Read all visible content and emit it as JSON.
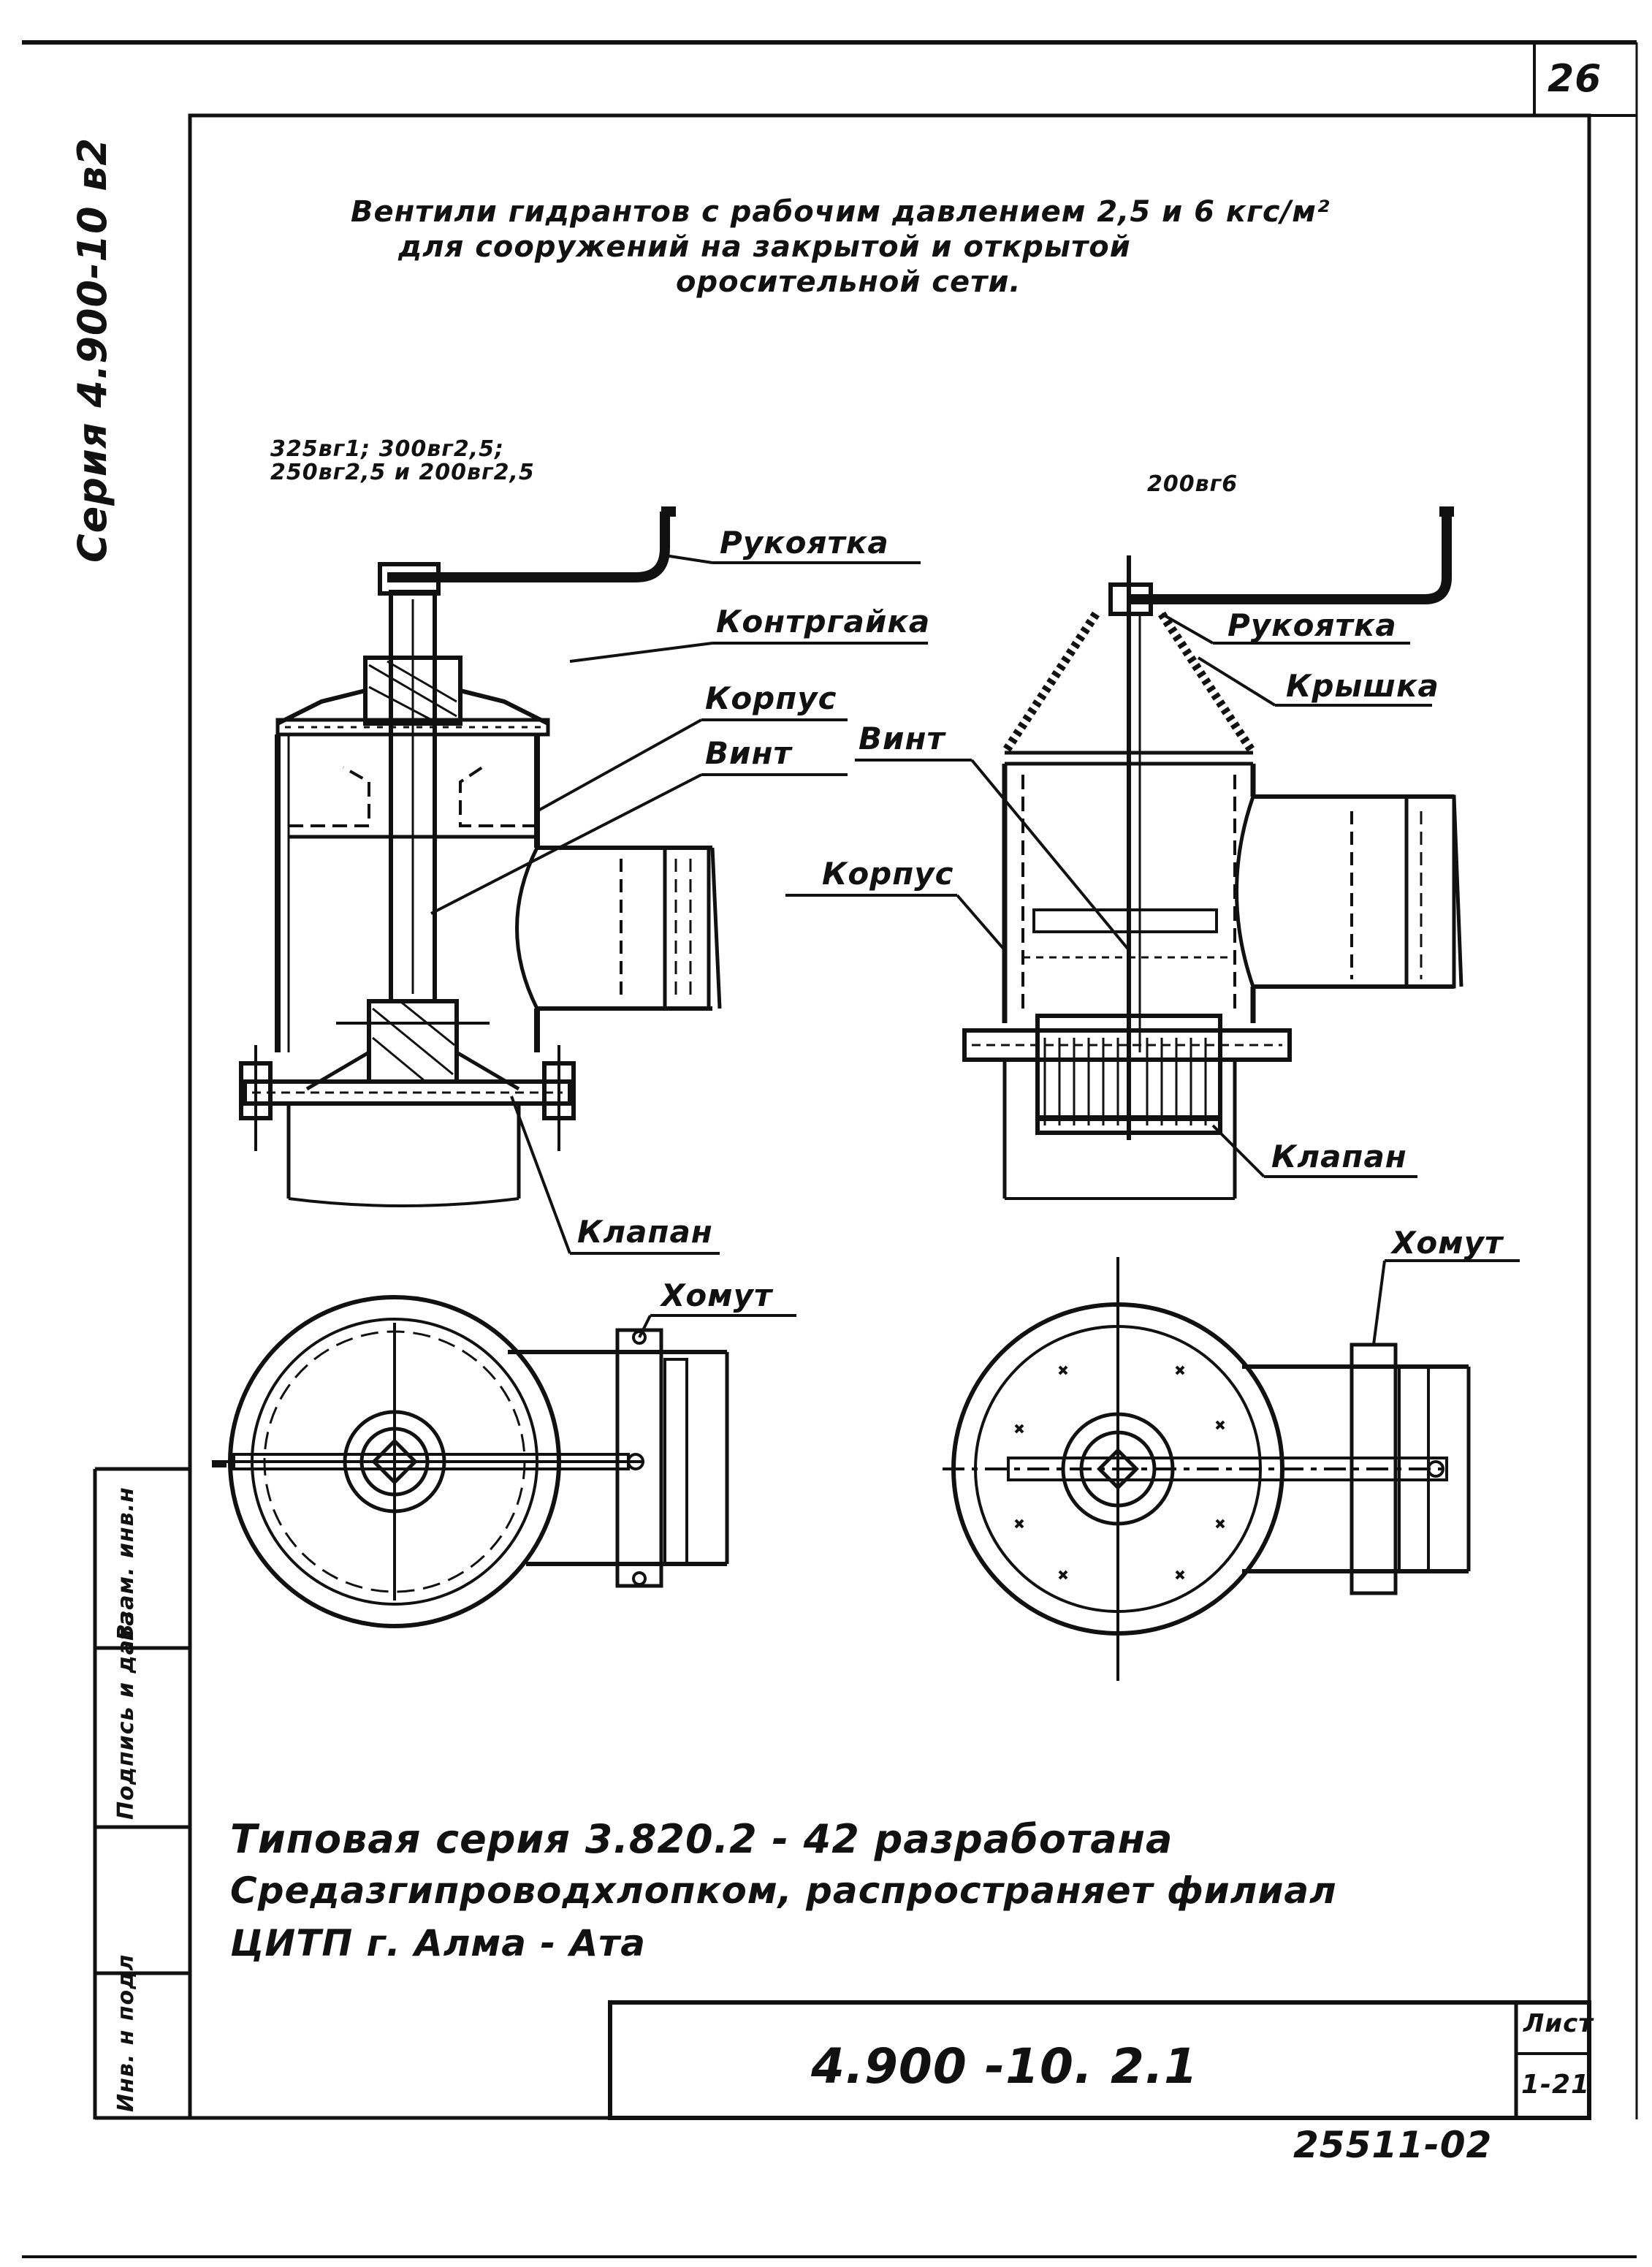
{
  "page": {
    "sheet_number": "26",
    "series_vertical": "Серия 4.900-10 в2",
    "title_line1": "Вентили гидрантов с рабочим давлением 2,5 и 6 кгс/м²",
    "title_line2": "для сооружений на закрытой и открытой",
    "title_line3": "оросительной сети."
  },
  "left_drawing": {
    "variants": "325вг1; 300вг2,5;",
    "variants2": "250вг2,5 и 200вг2,5",
    "labels": {
      "handle": "Рукоятка",
      "locknut": "Контргайка",
      "body": "Корпус",
      "screw": "Винт",
      "valve": "Клапан",
      "clamp": "Хомут"
    }
  },
  "right_drawing": {
    "variant": "200вг6",
    "labels": {
      "handle": "Рукоятка",
      "cover": "Крышка",
      "screw": "Винт",
      "body": "Корпус",
      "valve": "Клапан",
      "clamp": "Хомут"
    }
  },
  "note": {
    "line1": "Типовая серия 3.820.2 - 42 разработана",
    "line2": "Средазгипроводхлопком, распространяет филиал",
    "line3": "ЦИТП г. Алма - Ата"
  },
  "stamp": {
    "doc_number": "4.900 -10. 2.1",
    "sheet_label": "Лист",
    "sheet_value": "1-21",
    "bottom_code": "25511-02"
  },
  "side_stamp": {
    "cell1": "Инв. н подл",
    "cell2": "Подпись и дата",
    "cell3": "Взам. инв.н"
  }
}
